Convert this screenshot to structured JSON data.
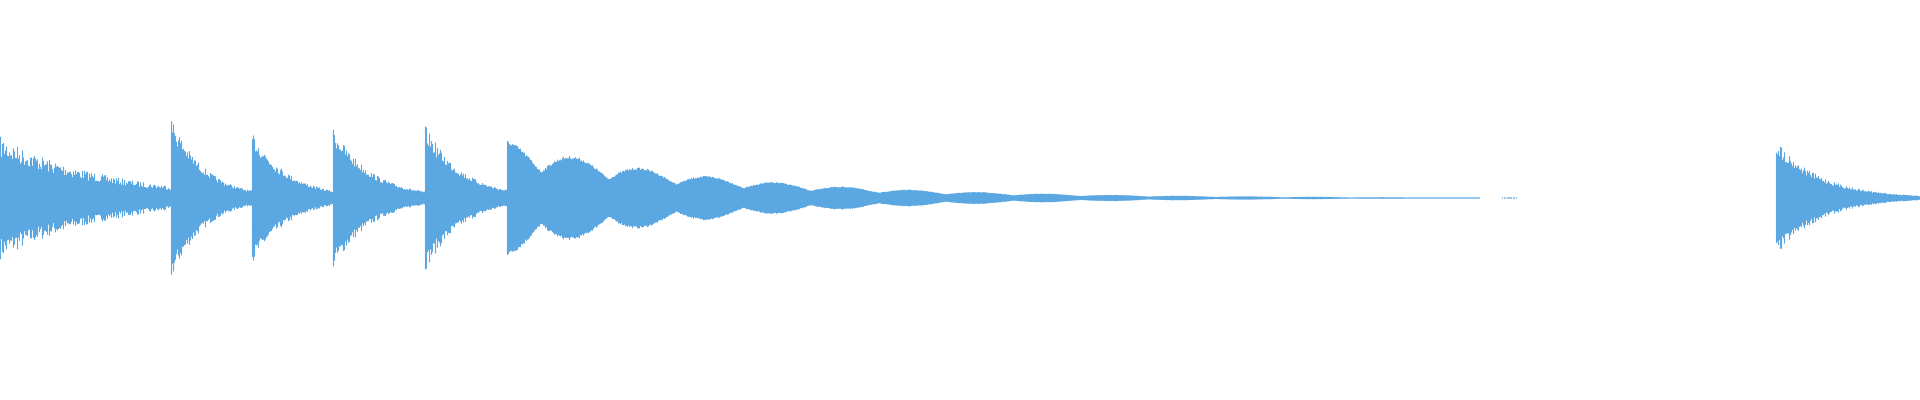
{
  "waveform": {
    "color": "#5ba7e2",
    "background": "#ffffff",
    "segments": [
      {
        "start": 0.0,
        "end": 0.089,
        "peak": 0.34,
        "decay": 1.6,
        "ripple": 0.35
      },
      {
        "start": 0.089,
        "end": 0.131,
        "peak": 0.45,
        "decay": 2.4,
        "ripple": 0.25
      },
      {
        "start": 0.131,
        "end": 0.173,
        "peak": 0.37,
        "decay": 2.2,
        "ripple": 0.25
      },
      {
        "start": 0.173,
        "end": 0.221,
        "peak": 0.4,
        "decay": 2.4,
        "ripple": 0.25
      },
      {
        "start": 0.221,
        "end": 0.264,
        "peak": 0.41,
        "decay": 2.2,
        "ripple": 0.25
      },
      {
        "start": 0.264,
        "end": 0.862,
        "peak": 0.32,
        "decay": 5.5,
        "ripple": 0.08,
        "wobble": 17
      },
      {
        "start": 0.925,
        "end": 1.0,
        "peak": 0.32,
        "decay": 3.2,
        "ripple": 0.25
      }
    ]
  }
}
